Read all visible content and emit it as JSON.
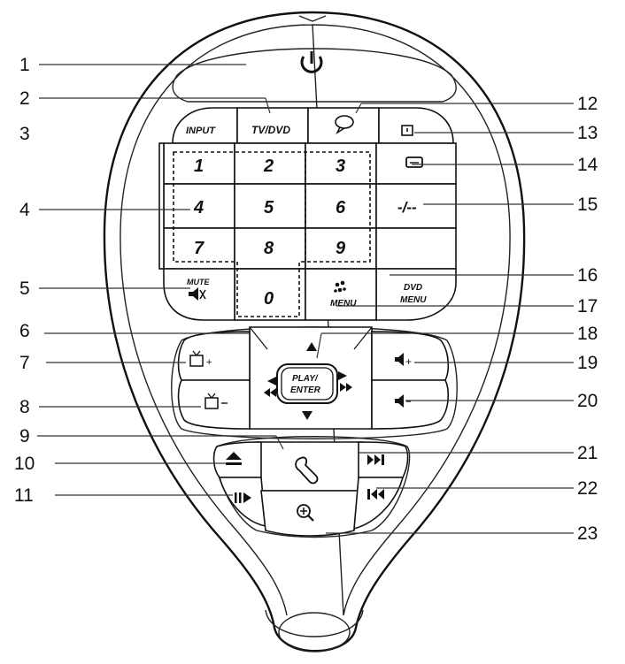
{
  "callouts": [
    "1",
    "2",
    "3",
    "4",
    "5",
    "6",
    "7",
    "8",
    "9",
    "10",
    "11",
    "12",
    "13",
    "14",
    "15",
    "16",
    "17",
    "18",
    "19",
    "20",
    "21",
    "22",
    "23"
  ],
  "keys": {
    "input": "INPUT",
    "tv_dvd": "TV/DVD",
    "digits": [
      "1",
      "2",
      "3",
      "4",
      "5",
      "6",
      "7",
      "8",
      "9",
      "0"
    ],
    "dash_dash": "-/--",
    "mute": "MUTE",
    "menu": "MENU",
    "dvd": "DVD",
    "dvd_menu": "MENU",
    "play": "PLAY/",
    "enter": "ENTER"
  },
  "icons": {
    "power": "power-icon",
    "subtitle": "speech-bubble-icon",
    "display": "square-icon",
    "screen": "screen-icon",
    "speaker_mute": "speaker-mute-icon",
    "setup": "wrench-icon",
    "zoom": "magnifier-plus-icon",
    "eject": "eject-icon",
    "next": "next-icon",
    "prev": "previous-icon",
    "play_pause": "play-pause-icon",
    "tv_plus": "tv-channel-up-icon",
    "tv_minus": "tv-channel-down-icon",
    "vol_up": "volume-up-icon",
    "vol_down": "volume-down-icon"
  }
}
